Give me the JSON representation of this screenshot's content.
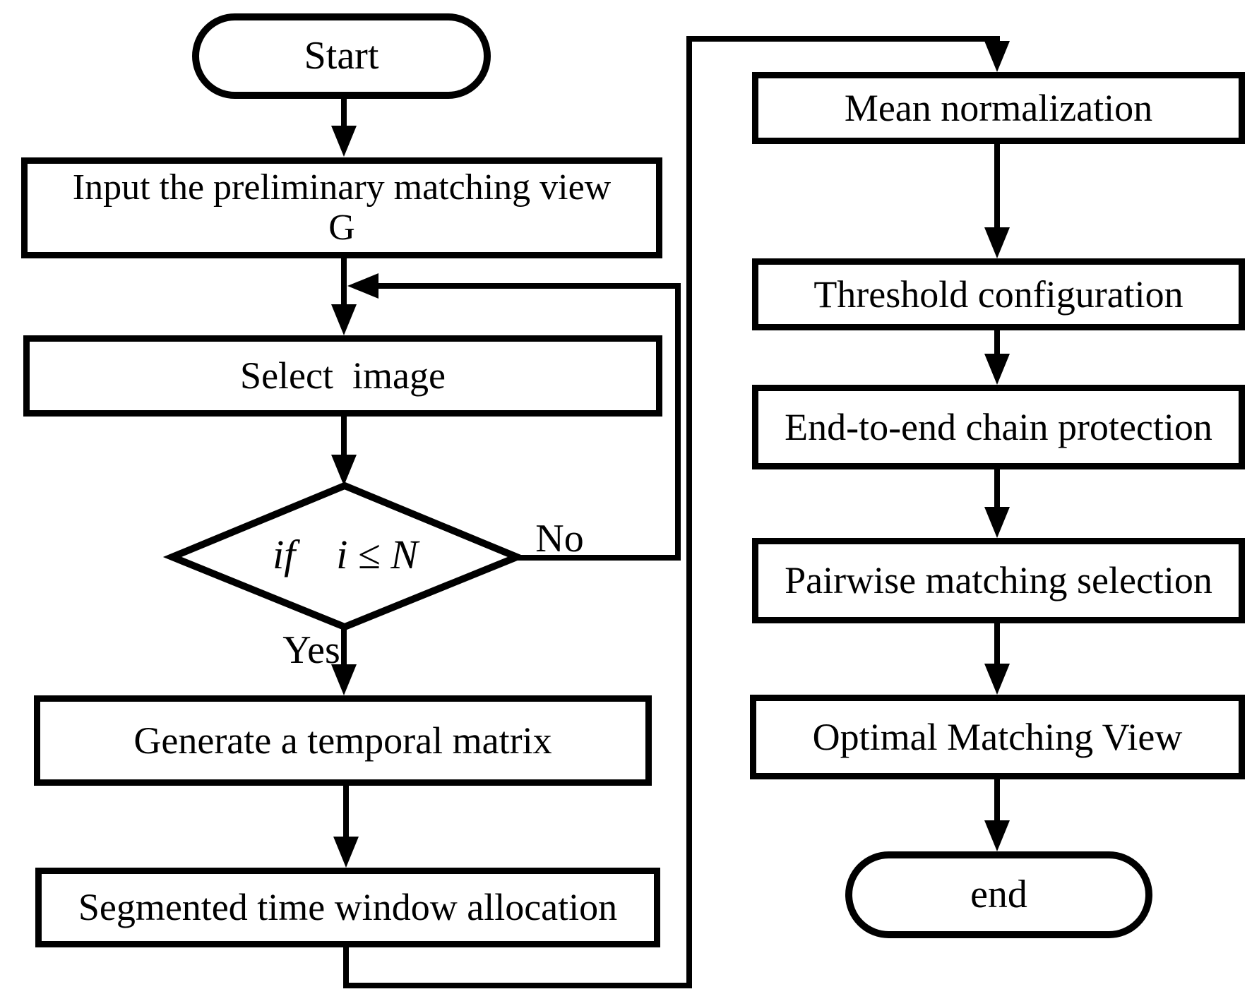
{
  "diagram": {
    "type": "flowchart",
    "colors": {
      "stroke": "#000000",
      "fill": "#ffffff",
      "text": "#000000"
    },
    "nodes": {
      "start": "Start",
      "input_line1": "Input the preliminary matching view",
      "input_line2": "G",
      "select": "Select  image",
      "decision": "if    i ≤ N",
      "generate": "Generate a temporal matrix",
      "segmented": "Segmented time window allocation",
      "mean": "Mean normalization",
      "threshold": "Threshold configuration",
      "end_to_end": "End-to-end chain protection",
      "pairwise": "Pairwise matching selection",
      "optimal": "Optimal Matching View",
      "end": "end"
    },
    "edge_labels": {
      "yes": "Yes",
      "no": "No"
    }
  }
}
